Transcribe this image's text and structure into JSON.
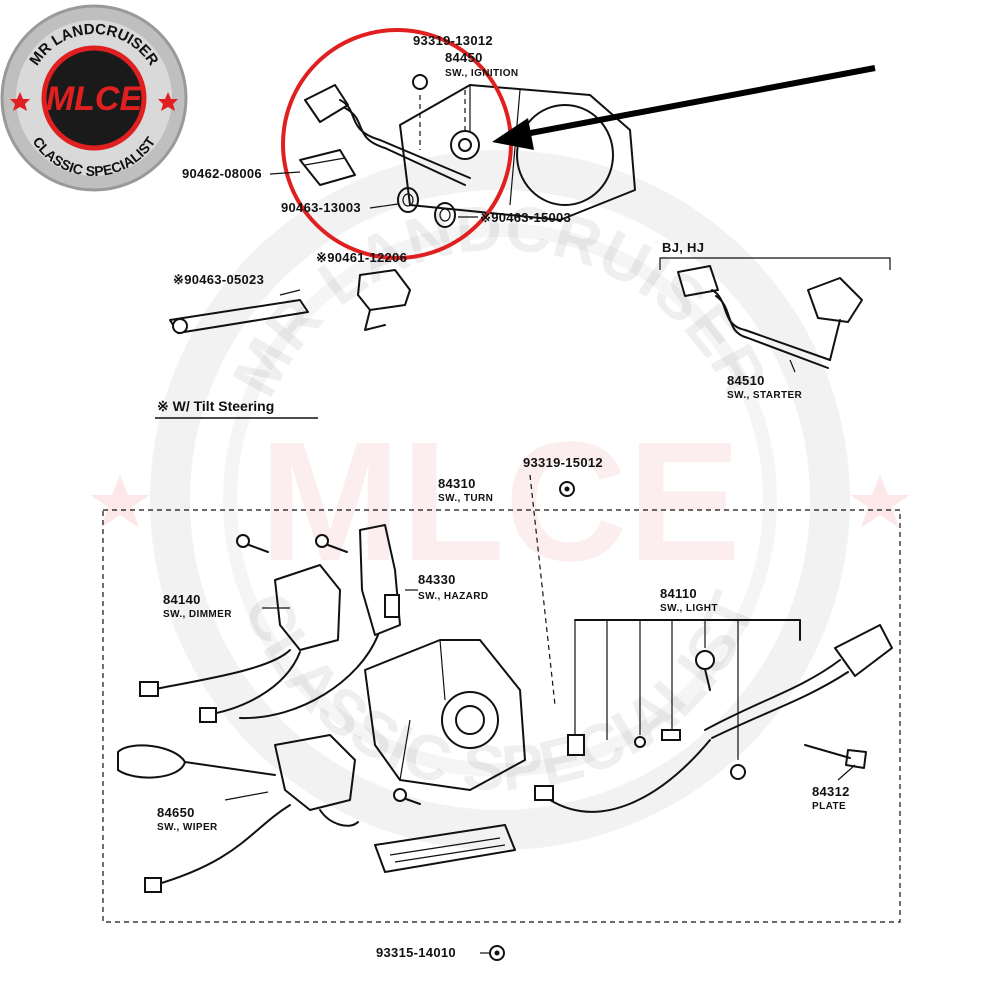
{
  "logo": {
    "top_text": "MR LANDCRUISER",
    "center_text": "MLCE",
    "bottom_text": "CLASSIC SPECIALIST",
    "colors": {
      "ring": "#bfbfbf",
      "badge": "#1a1a1a",
      "accent": "#e02020"
    }
  },
  "watermark": {
    "top_text": "MR LANDCRUISER",
    "center_text": "MLCE",
    "bottom_text": "CLASSIC SPECIALIST"
  },
  "highlight": {
    "circle_color": "#e02020",
    "arrow_color": "#000000"
  },
  "parts": {
    "p93319_13012": "93319-13012",
    "p84450": "84450",
    "p84450_name": "SW., IGNITION",
    "p90462_08006": "90462-08006",
    "p90463_13003": "90463-13003",
    "p90463_15003": "※90463-15003",
    "p90461_12206": "※90461-12206",
    "p90463_05023": "※90463-05023",
    "bj_hj": "BJ, HJ",
    "p84510": "84510",
    "p84510_name": "SW., STARTER",
    "tilt_note": "※  W/ Tilt Steering",
    "p93319_15012": "93319-15012",
    "p84310": "84310",
    "p84310_name": "SW., TURN",
    "p84140": "84140",
    "p84140_name": "SW., DIMMER",
    "p84330": "84330",
    "p84330_name": "SW., HAZARD",
    "p84110": "84110",
    "p84110_name": "SW., LIGHT",
    "p84650": "84650",
    "p84650_name": "SW., WIPER",
    "p84312": "84312",
    "p84312_name": "PLATE",
    "p93315_14010": "93315-14010"
  }
}
